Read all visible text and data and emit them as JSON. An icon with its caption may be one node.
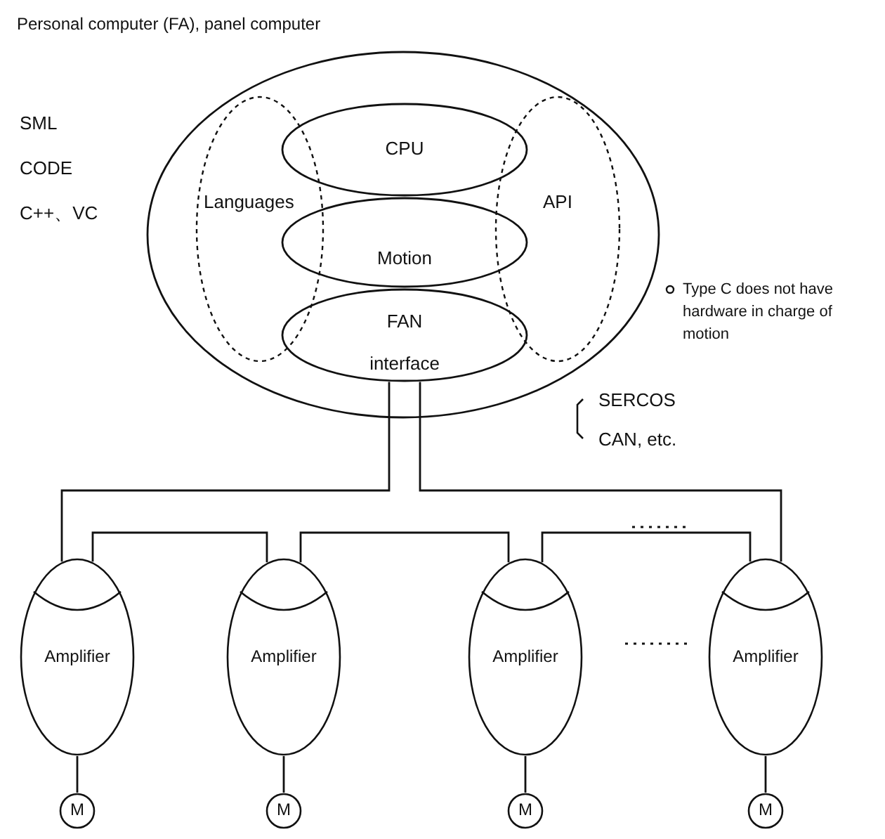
{
  "diagram": {
    "nodes": [
      {
        "text": [
          "Personal computer (FA), panel computer"
        ]
      },
      {
        "text": [
          "Languages"
        ],
        "in": 0
      },
      {
        "text": [
          "API"
        ],
        "in": 0
      },
      {
        "text": [
          "CPU"
        ],
        "in": 0
      },
      {
        "text": [
          "Motion"
        ],
        "in": 0
      },
      {
        "text": [
          "FAN interface"
        ],
        "in": 0
      },
      {
        "text": [
          "Amplifier"
        ]
      },
      {
        "text": [
          "Amplifier"
        ]
      },
      {
        "text": [
          "Amplifier"
        ]
      },
      {
        "text": [
          "Amplifier"
        ]
      },
      {
        "text": [
          "M"
        ]
      },
      {
        "text": [
          "M"
        ]
      },
      {
        "text": [
          "M"
        ]
      },
      {
        "text": [
          "M"
        ]
      }
    ],
    "edges": [
      {
        "from": 5,
        "to": 6,
        "arrow": "none"
      },
      {
        "from": 6,
        "to": 7,
        "arrow": "none"
      },
      {
        "from": 7,
        "to": 8,
        "arrow": "none"
      },
      {
        "from": 8,
        "to": 9,
        "arrow": "none"
      },
      {
        "from": 5,
        "to": 9,
        "arrow": "none"
      },
      {
        "from": 6,
        "to": 10,
        "arrow": "none"
      },
      {
        "from": 7,
        "to": 11,
        "arrow": "none"
      },
      {
        "from": 8,
        "to": 12,
        "arrow": "none"
      },
      {
        "from": 9,
        "to": 13,
        "arrow": "none"
      }
    ],
    "labels": [
      "SML",
      "CODE",
      "C++、VC",
      "Type C does not have hardware in charge of motion",
      "SERCOS",
      "CAN, etc."
    ]
  }
}
